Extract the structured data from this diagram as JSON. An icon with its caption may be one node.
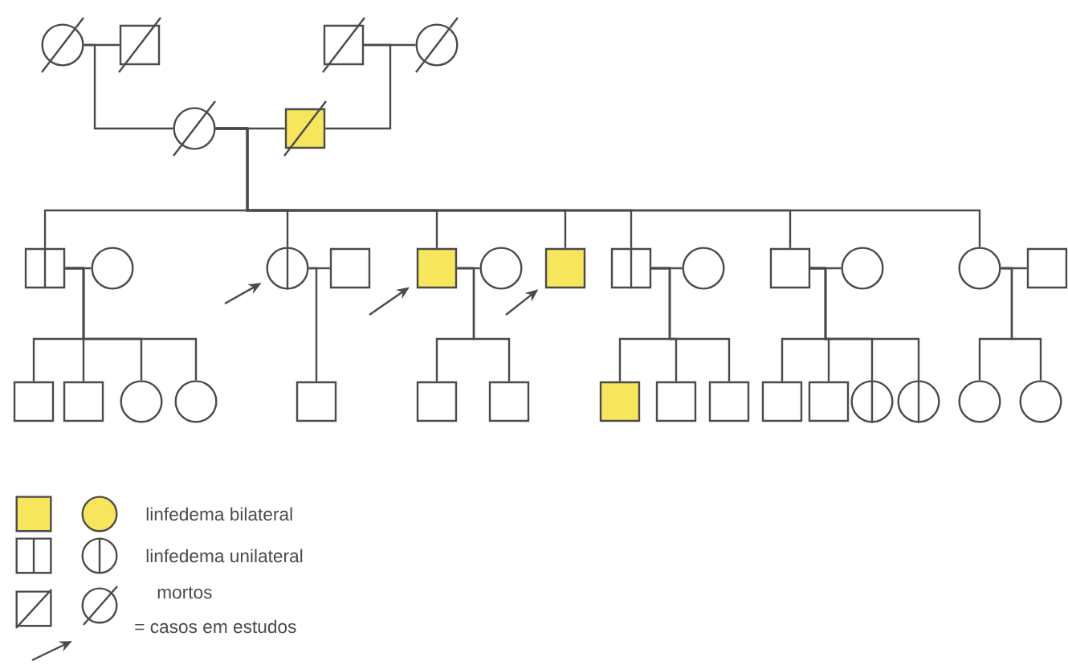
{
  "diagram": {
    "nodes": [
      {
        "text": [],
        "shape": "circle"
      },
      {
        "text": [],
        "shape": "box"
      },
      {
        "text": [],
        "shape": "box"
      },
      {
        "text": [],
        "shape": "circle"
      },
      {
        "text": [],
        "shape": "circle"
      },
      {
        "text": [],
        "shape": "box"
      },
      {
        "text": [],
        "shape": "box"
      },
      {
        "text": [],
        "shape": "circle"
      },
      {
        "text": [],
        "shape": "circle"
      },
      {
        "text": [],
        "shape": "box"
      },
      {
        "text": [],
        "shape": "box"
      },
      {
        "text": [],
        "shape": "circle"
      },
      {
        "text": [],
        "shape": "box"
      },
      {
        "text": [],
        "shape": "box"
      },
      {
        "text": [],
        "shape": "circle"
      },
      {
        "text": [],
        "shape": "box"
      },
      {
        "text": [],
        "shape": "circle"
      },
      {
        "text": [],
        "shape": "circle"
      },
      {
        "text": [],
        "shape": "box"
      },
      {
        "text": [],
        "shape": "box"
      },
      {
        "text": [],
        "shape": "box"
      },
      {
        "text": [],
        "shape": "circle"
      },
      {
        "text": [],
        "shape": "circle"
      },
      {
        "text": [],
        "shape": "box"
      },
      {
        "text": [],
        "shape": "box"
      },
      {
        "text": [],
        "shape": "box"
      },
      {
        "text": [],
        "shape": "box"
      },
      {
        "text": [],
        "shape": "box"
      },
      {
        "text": [],
        "shape": "box"
      },
      {
        "text": [],
        "shape": "box"
      },
      {
        "text": [],
        "shape": "box"
      },
      {
        "text": [],
        "shape": "circle"
      },
      {
        "text": [],
        "shape": "circle"
      },
      {
        "text": [],
        "shape": "circle"
      },
      {
        "text": [],
        "shape": "circle"
      }
    ],
    "edges": [
      {
        "from": 0,
        "to": 1,
        "arrow": "none"
      },
      {
        "from": 2,
        "to": 3,
        "arrow": "none"
      },
      {
        "from": 0,
        "to": 4,
        "arrow": "none"
      },
      {
        "from": 2,
        "to": 5,
        "arrow": "none"
      },
      {
        "from": 4,
        "to": 5,
        "arrow": "none"
      },
      {
        "from": 4,
        "to": 6,
        "arrow": "none"
      },
      {
        "from": 4,
        "to": 8,
        "arrow": "none"
      },
      {
        "from": 4,
        "to": 10,
        "arrow": "none"
      },
      {
        "from": 4,
        "to": 12,
        "arrow": "none"
      },
      {
        "from": 4,
        "to": 13,
        "arrow": "none"
      },
      {
        "from": 4,
        "to": 15,
        "arrow": "none"
      },
      {
        "from": 4,
        "to": 17,
        "arrow": "none"
      },
      {
        "from": 6,
        "to": 7,
        "arrow": "none"
      },
      {
        "from": 8,
        "to": 9,
        "arrow": "none"
      },
      {
        "from": 10,
        "to": 11,
        "arrow": "none"
      },
      {
        "from": 13,
        "to": 14,
        "arrow": "none"
      },
      {
        "from": 15,
        "to": 16,
        "arrow": "none"
      },
      {
        "from": 17,
        "to": 18,
        "arrow": "none"
      },
      {
        "from": 6,
        "to": 19,
        "arrow": "none"
      },
      {
        "from": 6,
        "to": 20,
        "arrow": "none"
      },
      {
        "from": 6,
        "to": 21,
        "arrow": "none"
      },
      {
        "from": 6,
        "to": 22,
        "arrow": "none"
      },
      {
        "from": 8,
        "to": 23,
        "arrow": "none"
      },
      {
        "from": 10,
        "to": 24,
        "arrow": "none"
      },
      {
        "from": 10,
        "to": 25,
        "arrow": "none"
      },
      {
        "from": 13,
        "to": 26,
        "arrow": "none"
      },
      {
        "from": 13,
        "to": 27,
        "arrow": "none"
      },
      {
        "from": 13,
        "to": 28,
        "arrow": "none"
      },
      {
        "from": 15,
        "to": 29,
        "arrow": "none"
      },
      {
        "from": 15,
        "to": 30,
        "arrow": "none"
      },
      {
        "from": 15,
        "to": 31,
        "arrow": "none"
      },
      {
        "from": 15,
        "to": 32,
        "arrow": "none"
      },
      {
        "from": 17,
        "to": 33,
        "arrow": "none"
      },
      {
        "from": 17,
        "to": 34,
        "arrow": "none"
      },
      {
        "from": null,
        "to": 8,
        "arrow": "to"
      },
      {
        "from": null,
        "to": 10,
        "arrow": "to"
      },
      {
        "from": null,
        "to": 12,
        "arrow": "to"
      }
    ],
    "legend": [
      {
        "text": "linfedema bilateral",
        "color": "#f7e65c"
      },
      {
        "text": "linfedema unilateral"
      },
      {
        "text": "mortos"
      },
      {
        "text": "= casos em estudos"
      }
    ]
  }
}
